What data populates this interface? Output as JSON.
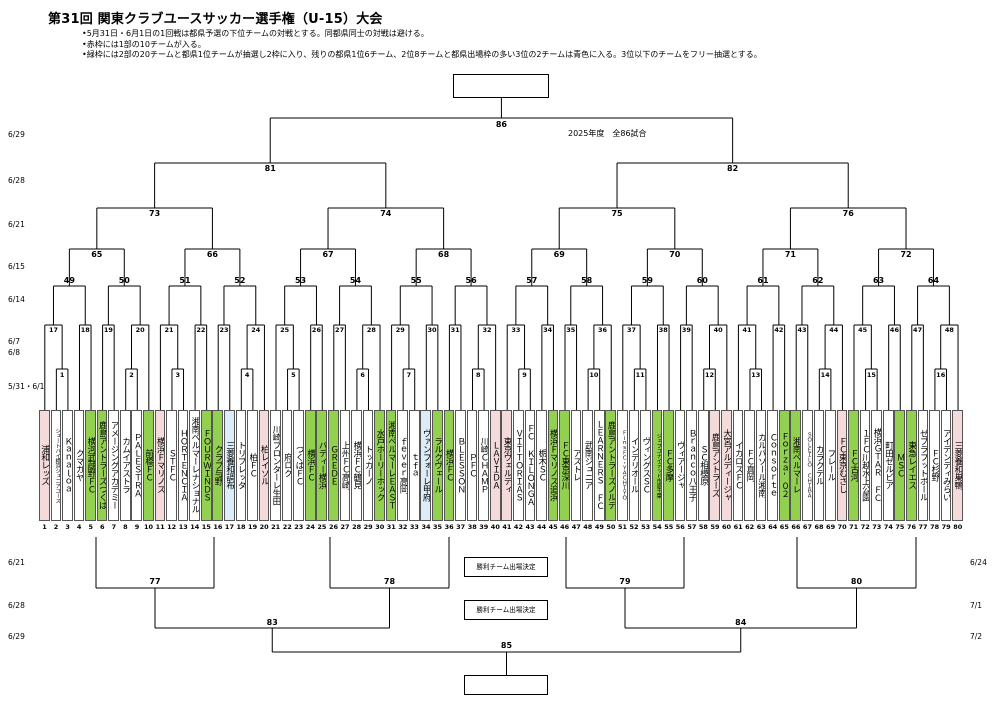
{
  "title": "第31回 関東クラブユースサッカー選手権（U-15）大会",
  "notes": [
    "5月31日・6月1日の1回戦は都県予選の下位チームの対戦とする。同都県同士の対戦は避ける。",
    "赤枠には1部の10チームが入る。",
    "緑枠には2部の20チームと都県1位チームが抽選し2枠に入り、残りの都県1位6チーム、2位8チームと都県出場枠の多い3位の2チームは青色に入る。3位以下のチームをフリー抽選とする。"
  ],
  "season_text": "2025年度　全86試合",
  "dates_left": [
    "6/29",
    "6/28",
    "6/21",
    "6/15",
    "6/14",
    "6/7",
    "6/8",
    "5/31・6/1"
  ],
  "dates_bottom_left": [
    "6/21",
    "6/28",
    "6/29"
  ],
  "dates_bottom_right": [
    "6/24",
    "7/1",
    "7/2"
  ],
  "decided_label_1": "勝利チーム出場決定",
  "decided_label_2": "勝利チーム出場決定",
  "match_labels": {
    "m86": "86",
    "m81": "81",
    "m82": "82",
    "m73": "73",
    "m74": "74",
    "m75": "75",
    "m76": "76",
    "m65": "65",
    "m66": "66",
    "m67": "67",
    "m68": "68",
    "m69": "69",
    "m70": "70",
    "m71": "71",
    "m72": "72",
    "r3": [
      "49",
      "50",
      "51",
      "52",
      "53",
      "54",
      "55",
      "56",
      "57",
      "58",
      "59",
      "60",
      "61",
      "62",
      "63",
      "64"
    ],
    "r2": [
      "17",
      "18",
      "19",
      "20",
      "21",
      "22",
      "23",
      "24",
      "25",
      "26",
      "27",
      "28",
      "29",
      "30",
      "31",
      "32",
      "33",
      "34",
      "35",
      "36",
      "37",
      "38",
      "39",
      "40",
      "41",
      "42",
      "43",
      "44",
      "45",
      "46",
      "47",
      "48"
    ],
    "r1": [
      "1",
      "2",
      "3",
      "4",
      "5",
      "6",
      "7",
      "8",
      "9",
      "10",
      "11",
      "12",
      "13",
      "14",
      "15",
      "16"
    ],
    "b77": "77",
    "b78": "78",
    "b79": "79",
    "b80": "80",
    "b83": "83",
    "b84": "84",
    "b85": "85"
  },
  "colors": {
    "green": "#92d050",
    "pink": "#f4dadb",
    "blue": "#dcecf8",
    "white": "#ffffff"
  },
  "teams": [
    {
      "n": "1",
      "name": "浦和レッズ",
      "c": "pink"
    },
    {
      "n": "2",
      "name": "シュートバイ横浜ジュニアユース",
      "c": "white",
      "tiny": true
    },
    {
      "n": "3",
      "name": "Ｋａｎａｌｏａ",
      "c": "white"
    },
    {
      "n": "4",
      "name": "クマガヤ",
      "c": "white"
    },
    {
      "n": "5",
      "name": "横河武蔵野ＦＣ",
      "c": "green"
    },
    {
      "n": "6",
      "name": "鹿島アントラーズつくば",
      "c": "green"
    },
    {
      "n": "7",
      "name": "アメージングアカデミー",
      "c": "white"
    },
    {
      "n": "8",
      "name": "カムイアストラ",
      "c": "white"
    },
    {
      "n": "9",
      "name": "ＰＡＬＥＳＴＲＡ",
      "c": "white"
    },
    {
      "n": "10",
      "name": "前橋ＦＣ",
      "c": "green"
    },
    {
      "n": "11",
      "name": "横浜Ｆマリノス",
      "c": "pink"
    },
    {
      "n": "12",
      "name": "ＳＴＦＣ",
      "c": "white"
    },
    {
      "n": "13",
      "name": "ＨＯＲＴＥＮＣＩＡ",
      "c": "white"
    },
    {
      "n": "14",
      "name": "湘南ベルマーレナショナル",
      "c": "white"
    },
    {
      "n": "15",
      "name": "ＦＯＵＲＷＩＮＤＳ",
      "c": "green"
    },
    {
      "n": "16",
      "name": "クラブ与野",
      "c": "green"
    },
    {
      "n": "17",
      "name": "三菱養和調布",
      "c": "blue"
    },
    {
      "n": "18",
      "name": "トリプレッタ",
      "c": "white"
    },
    {
      "n": "19",
      "name": "柏ＦＣ",
      "c": "white"
    },
    {
      "n": "20",
      "name": "柏レイソル",
      "c": "pink"
    },
    {
      "n": "21",
      "name": "川崎フロンターレ生田",
      "c": "white"
    },
    {
      "n": "22",
      "name": "府ロク",
      "c": "white"
    },
    {
      "n": "23",
      "name": "つくばＦＣ",
      "c": "white"
    },
    {
      "n": "24",
      "name": "横浜ＦＣ",
      "c": "green"
    },
    {
      "n": "25",
      "name": "バディー横浜",
      "c": "green"
    },
    {
      "n": "26",
      "name": "ＧＲＥＤＥ",
      "c": "green"
    },
    {
      "n": "27",
      "name": "上州ＦＣ高崎",
      "c": "white"
    },
    {
      "n": "28",
      "name": "横浜ＦＣ鶴見",
      "c": "white"
    },
    {
      "n": "29",
      "name": "トッカーノ",
      "c": "white"
    },
    {
      "n": "30",
      "name": "水戸ホーリーホック",
      "c": "green"
    },
    {
      "n": "31",
      "name": "湘南ベルマーレＥＡＳＴ",
      "c": "green"
    },
    {
      "n": "32",
      "name": "ｆｅｖｅｒ高岡",
      "c": "white"
    },
    {
      "n": "33",
      "name": "ｔｆａ",
      "c": "white"
    },
    {
      "n": "34",
      "name": "ヴァンフォーレ甲府",
      "c": "blue"
    },
    {
      "n": "35",
      "name": "ラルクヴェール",
      "c": "green"
    },
    {
      "n": "36",
      "name": "横浜ＦＣ",
      "c": "green"
    },
    {
      "n": "37",
      "name": "ＢＬＥＳＳＯＮ",
      "c": "white"
    },
    {
      "n": "38",
      "name": "ＰＦＣ",
      "c": "white"
    },
    {
      "n": "39",
      "name": "川崎ＣＨＡＭＰ",
      "c": "white"
    },
    {
      "n": "40",
      "name": "ＬＡＶＩＤＡ",
      "c": "pink"
    },
    {
      "n": "41",
      "name": "東京ヴェルディ",
      "c": "pink"
    },
    {
      "n": "42",
      "name": "ＶＩＴＴＯＲＩＡＳ",
      "c": "white"
    },
    {
      "n": "43",
      "name": "ＦＣ ＫＩＬＯＮＧＡ",
      "c": "white"
    },
    {
      "n": "44",
      "name": "栃木ＳＣ",
      "c": "white"
    },
    {
      "n": "45",
      "name": "横浜Ｆマリノス追浜",
      "c": "green"
    },
    {
      "n": "46",
      "name": "ＦＣ東京深川",
      "c": "green"
    },
    {
      "n": "47",
      "name": "アストレ",
      "c": "white"
    },
    {
      "n": "48",
      "name": "武南ジュニア",
      "c": "white"
    },
    {
      "n": "49",
      "name": "ＬＥＡＲＮＥＲＳ ＦＣ",
      "c": "white"
    },
    {
      "n": "50",
      "name": "鹿島アントラーズノルテ",
      "c": "green"
    },
    {
      "n": "51",
      "name": "ＦｉｎｓＦＣ・ＹＡＣＨＩＹＯ",
      "c": "white",
      "tiny": true
    },
    {
      "n": "52",
      "name": "インテリオール",
      "c": "white"
    },
    {
      "n": "53",
      "name": "ヴィングスＳＣ",
      "c": "white"
    },
    {
      "n": "54",
      "name": "ジェフユナイテッド市原千葉",
      "c": "green",
      "tiny": true
    },
    {
      "n": "55",
      "name": "ＦＣ多摩",
      "c": "green"
    },
    {
      "n": "56",
      "name": "ヴィアージャ",
      "c": "white"
    },
    {
      "n": "57",
      "name": "Ｂｒａｎｃｏ八王子",
      "c": "white"
    },
    {
      "n": "58",
      "name": "ＳＣ相模原",
      "c": "white"
    },
    {
      "n": "59",
      "name": "鹿島アントラーズ",
      "c": "pink"
    },
    {
      "n": "60",
      "name": "大宮アルディージャ",
      "c": "pink"
    },
    {
      "n": "61",
      "name": "イカロスＦＣ",
      "c": "white"
    },
    {
      "n": "62",
      "name": "ＦＣ真岡",
      "c": "white"
    },
    {
      "n": "63",
      "name": "カルパソール湘南",
      "c": "white"
    },
    {
      "n": "64",
      "name": "Ｃｏｎｓｏｒｔｅ",
      "c": "white"
    },
    {
      "n": "65",
      "name": "Ｆｏｒｚａ'０２",
      "c": "green"
    },
    {
      "n": "66",
      "name": "湘南ベルマーレ",
      "c": "green"
    },
    {
      "n": "67",
      "name": "ＳＯＬＥＩＬＯ ＣＨＩＢＡ",
      "c": "white",
      "tiny": true
    },
    {
      "n": "68",
      "name": "カラクテル",
      "c": "white"
    },
    {
      "n": "69",
      "name": "フレール",
      "c": "white"
    },
    {
      "n": "70",
      "name": "ＦＣ東京むさし",
      "c": "pink"
    },
    {
      "n": "71",
      "name": "ＦＣ古河",
      "c": "green"
    },
    {
      "n": "72",
      "name": "１ＦＣ川越水上公園",
      "c": "white"
    },
    {
      "n": "73",
      "name": "横浜ＧＴＡＲ ＦＣ",
      "c": "white"
    },
    {
      "n": "74",
      "name": "町田ゼルビア",
      "c": "white"
    },
    {
      "n": "75",
      "name": "ＭＳＣ",
      "c": "green"
    },
    {
      "n": "76",
      "name": "東急レイエス",
      "c": "green"
    },
    {
      "n": "77",
      "name": "ゼブラフットボール",
      "c": "white"
    },
    {
      "n": "78",
      "name": "ＦＣ杉野",
      "c": "white"
    },
    {
      "n": "79",
      "name": "アイデンティみらい",
      "c": "white"
    },
    {
      "n": "80",
      "name": "三菱養和巣鴨",
      "c": "pink"
    }
  ]
}
